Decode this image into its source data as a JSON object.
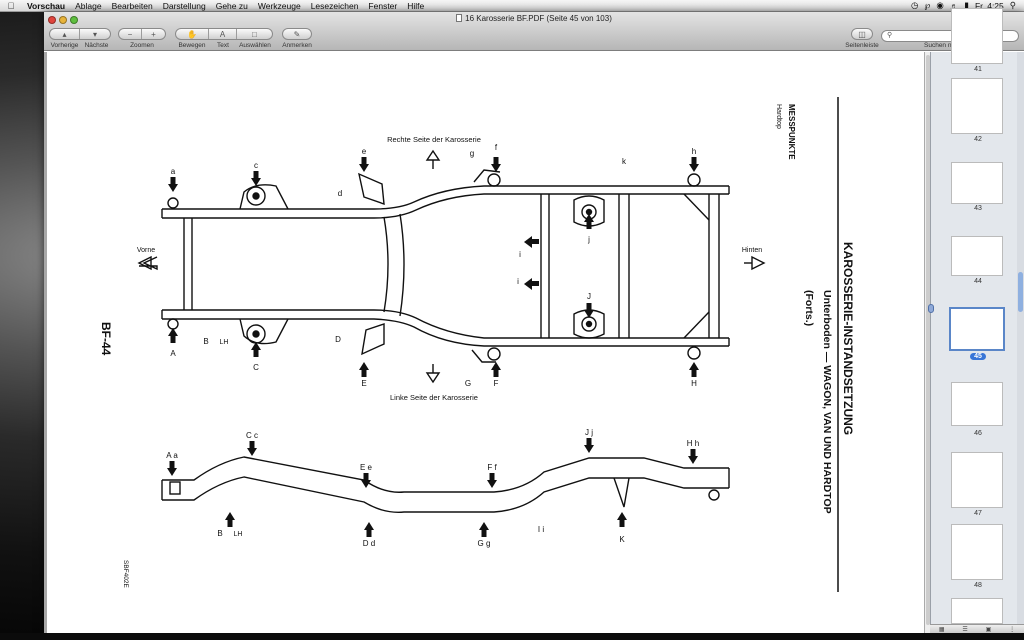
{
  "menubar": {
    "apple_icon": "apple-icon",
    "items": [
      "Vorschau",
      "Ablage",
      "Bearbeiten",
      "Darstellung",
      "Gehe zu",
      "Werkzeuge",
      "Lesezeichen",
      "Fenster",
      "Hilfe"
    ],
    "clock": "Fr. 4:25"
  },
  "window": {
    "title": "16 Karosserie BF.PDF (Seite 45 von 103)"
  },
  "toolbar": {
    "prev_label": "Vorherige",
    "next_label": "Nächste",
    "zoom_label": "Zoomen",
    "move_label": "Bewegen",
    "text_label": "Text",
    "select_label": "Auswählen",
    "annotate_label": "Anmerken",
    "sidebar_label": "Seitenleiste",
    "search_label": "Suchen nach",
    "search_placeholder": ""
  },
  "document": {
    "title": "KAROSSERIE-INSTANDSETZUNG",
    "subtitle": "Unterboden — WAGON, VAN UND HARDTOP",
    "subtitle2": "(Forts.)",
    "section": "MESSPUNKTE",
    "section_sub": "Hardtop",
    "right_side_label": "Rechte Seite der Karosserie",
    "left_side_label": "Linke Seite der Karosserie",
    "front_label": "Vorne",
    "rear_label": "Hinten",
    "page_code": "BF-44",
    "figure_code": "SBF402E",
    "lh_label": "LH",
    "top_letters": [
      "a",
      "c",
      "e",
      "d",
      "g",
      "f",
      "k",
      "h",
      "i",
      "i",
      "j",
      "J"
    ],
    "bottom_letters": [
      "A",
      "B",
      "C",
      "D",
      "E",
      "G",
      "F",
      "H"
    ],
    "side_letter_pairs": [
      "A a",
      "C c",
      "E e",
      "F f",
      "J j",
      "H h",
      "B",
      "D d",
      "G g",
      "I i",
      "K"
    ]
  },
  "sidebar": {
    "thumbnails": [
      {
        "label": "41"
      },
      {
        "label": "42"
      },
      {
        "label": "43"
      },
      {
        "label": "44"
      },
      {
        "label": "45",
        "active": true
      },
      {
        "label": "46"
      },
      {
        "label": "47"
      },
      {
        "label": "48"
      }
    ]
  }
}
